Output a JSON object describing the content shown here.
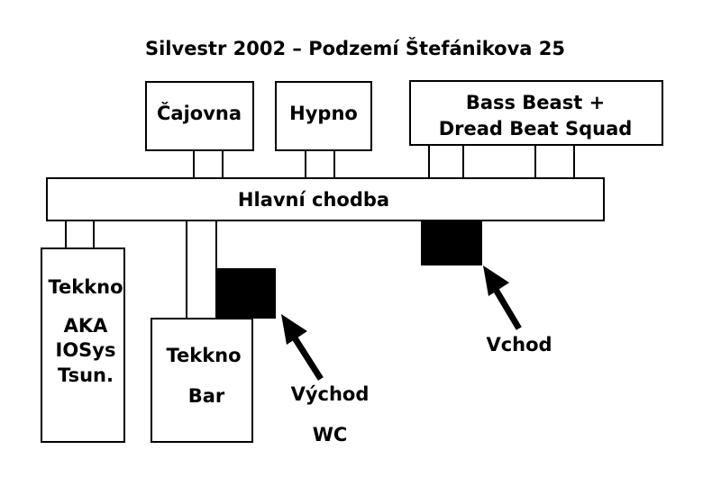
{
  "title": "Silvestr 2002 – Podzemí Štefánikova 25",
  "rooms": {
    "cajovna": "Čajovna",
    "hypno": "Hypno",
    "bass_line1": "Bass Beast +",
    "bass_line2": "Dread Beat Squad",
    "chodba": "Hlavní chodba",
    "tekkno_left_line1": "Tekkno",
    "tekkno_left_line2": "AKA",
    "tekkno_left_line3": "IOSys",
    "tekkno_left_line4": "Tsun.",
    "tekkno_bar_line1": "Tekkno",
    "tekkno_bar_line2": "Bar"
  },
  "labels": {
    "vchod": "Vchod",
    "vychod": "Východ",
    "wc": "WC"
  },
  "icons": {
    "arrow_vchod": "arrow-up-left-icon",
    "arrow_vychod": "arrow-up-left-icon"
  },
  "colors": {
    "ink": "#000000",
    "paper": "#ffffff"
  }
}
